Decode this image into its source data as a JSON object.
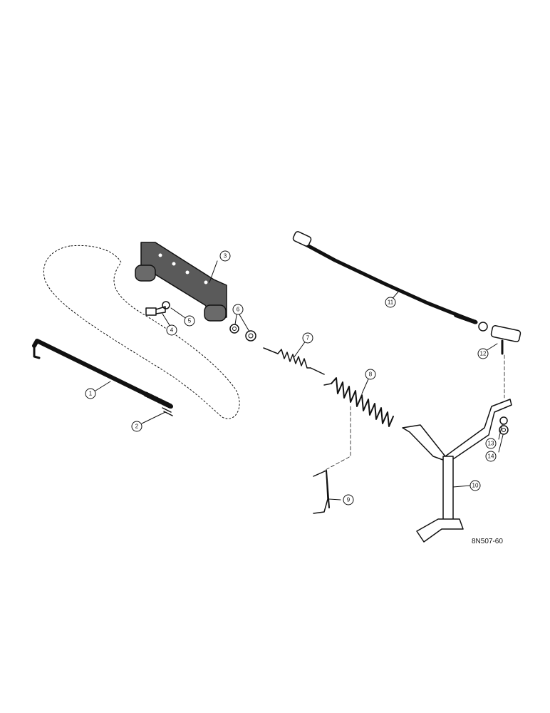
{
  "parts": [
    {
      "id": "rod",
      "label": "1"
    },
    {
      "id": "cotter-pin",
      "label": "2"
    },
    {
      "id": "mounting-plate",
      "label": "3"
    },
    {
      "id": "bolt",
      "label": "4"
    },
    {
      "id": "lock-washer",
      "label": "5"
    },
    {
      "id": "nut-pair",
      "label": "6"
    },
    {
      "id": "small-spring",
      "label": "7"
    },
    {
      "id": "large-spring",
      "label": "8"
    },
    {
      "id": "spring-bracket",
      "label": "9"
    },
    {
      "id": "pivot-lever",
      "label": "10"
    },
    {
      "id": "connecting-rod",
      "label": "11"
    },
    {
      "id": "swivel",
      "label": "12"
    },
    {
      "id": "lever-washer",
      "label": "13"
    },
    {
      "id": "lever-nut",
      "label": "14"
    }
  ],
  "drawing_code": "8N507-60",
  "colors": {
    "ink": "#111111",
    "part_fill": "#5a5a5a",
    "paper": "#ffffff"
  }
}
